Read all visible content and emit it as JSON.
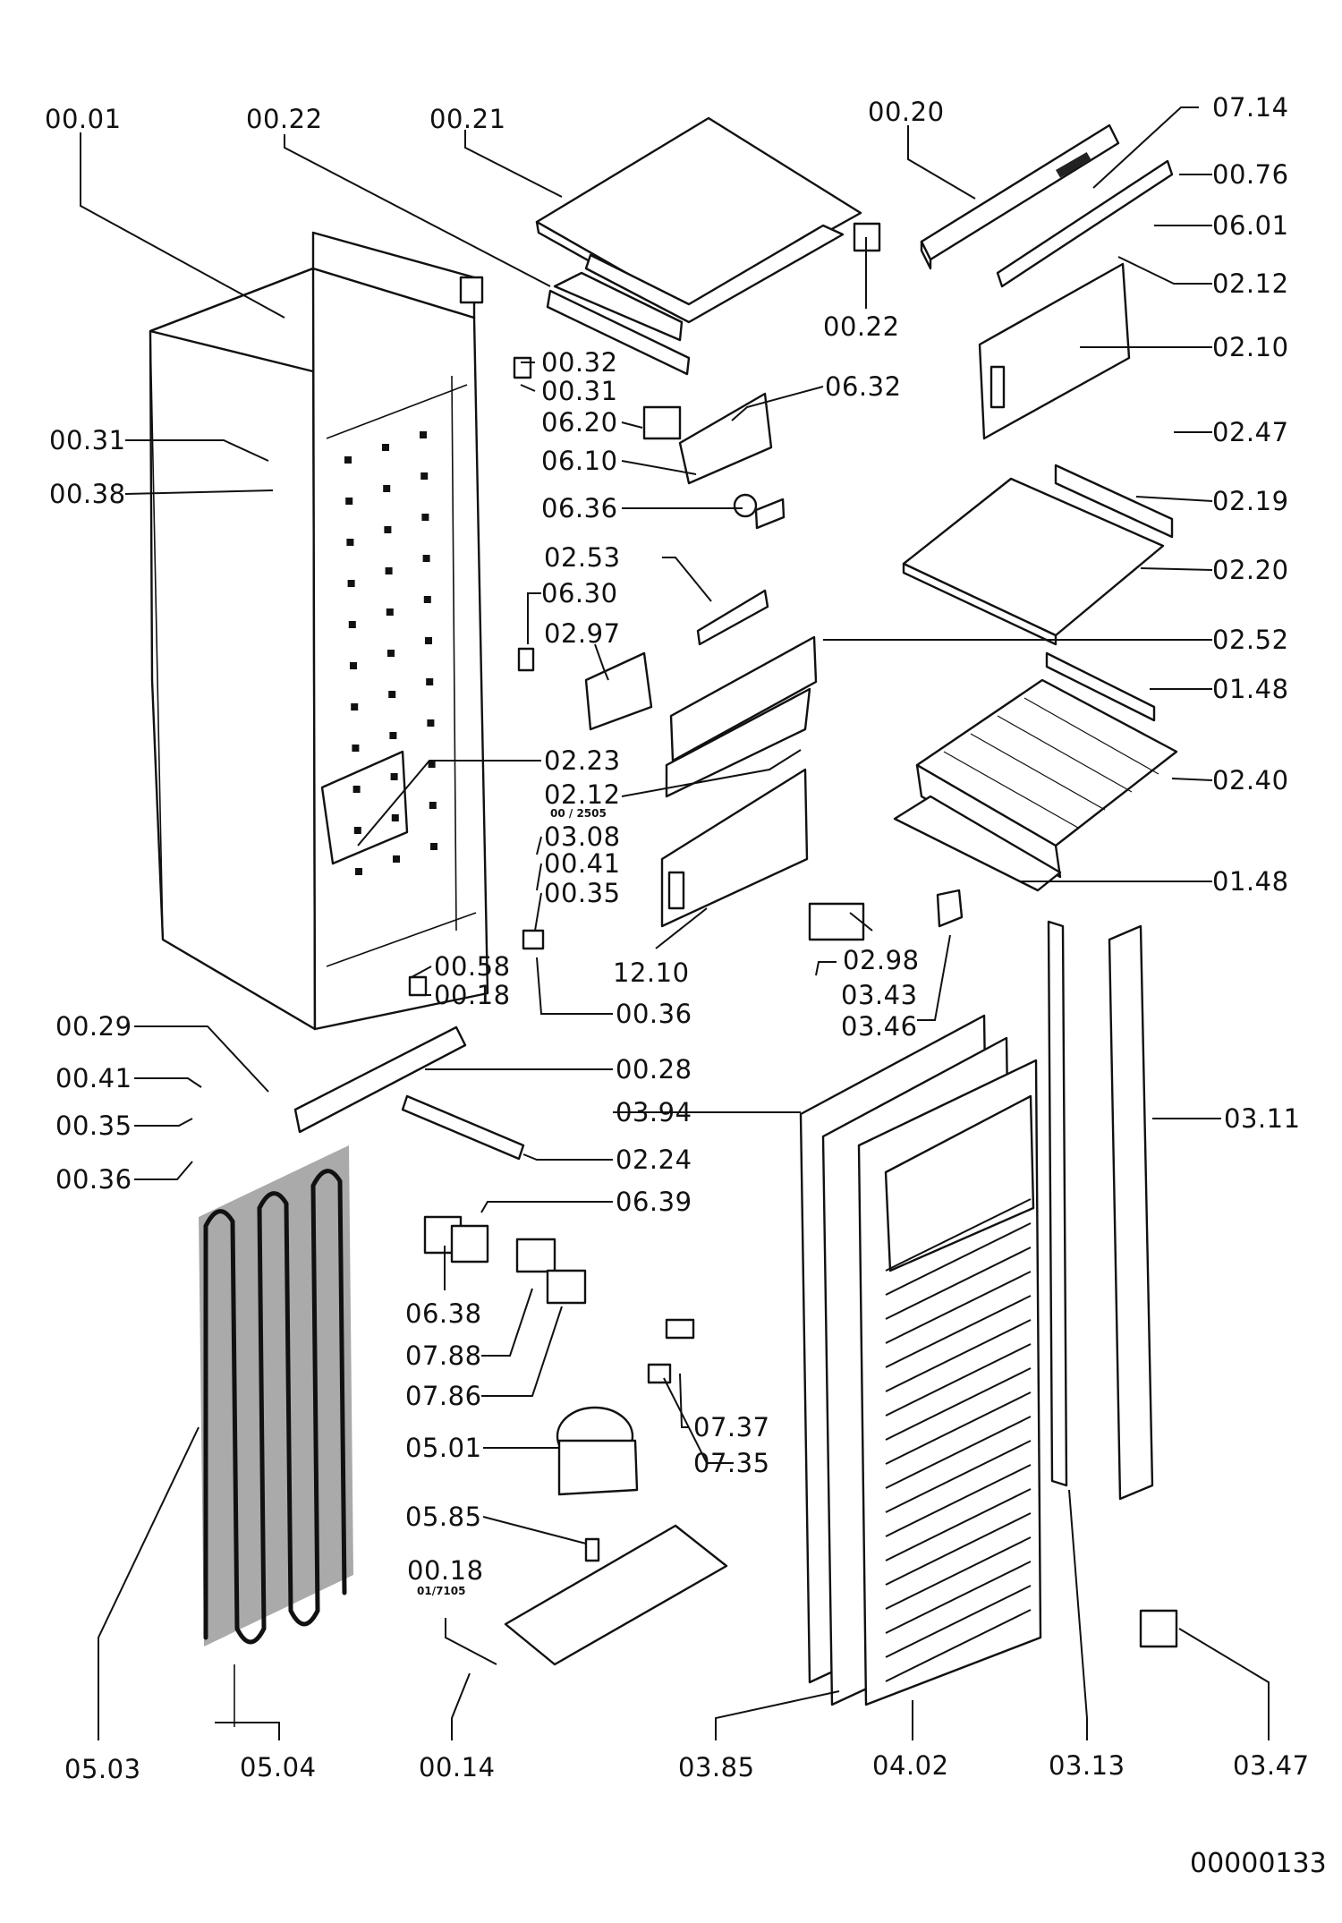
{
  "diagram": {
    "labels": {
      "p0001": "00.01",
      "p0022a": "00.22",
      "p0021": "00.21",
      "p0020": "00.20",
      "p0714": "07.14",
      "p0076": "00.76",
      "p0601": "06.01",
      "p0212a": "02.12",
      "p0022b": "00.22",
      "p0210": "02.10",
      "p0032": "00.32",
      "p0031a": "00.31",
      "p0632": "06.32",
      "p0620": "06.20",
      "p0610": "06.10",
      "p0031b": "00.31",
      "p0038": "00.38",
      "p0247": "02.47",
      "p0636": "06.36",
      "p0219": "02.19",
      "p0253": "02.53",
      "p0220": "02.20",
      "p0630": "06.30",
      "p0297": "02.97",
      "p0252": "02.52",
      "p0148a": "01.48",
      "p0223": "02.23",
      "p0212b": "02.12",
      "p0240": "02.40",
      "p0308": "03.08",
      "p0041a": "00.41",
      "p0035a": "00.35",
      "p0148b": "01.48",
      "p1210": "12.10",
      "p0298": "02.98",
      "p0058": "00.58",
      "p0018a": "00.18",
      "p0343": "03.43",
      "p0036a": "00.36",
      "p0346": "03.46",
      "p0029": "00.29",
      "p0028": "00.28",
      "p0041b": "00.41",
      "p0394": "03.94",
      "p0311": "03.11",
      "p0035b": "00.35",
      "p0224": "02.24",
      "p0036b": "00.36",
      "p0639": "06.39",
      "p0638": "06.38",
      "p0788": "07.88",
      "p0786": "07.86",
      "p0737": "07.37",
      "p0501": "05.01",
      "p0735": "07.35",
      "p0585": "05.85",
      "p0018b": "00.18",
      "p0503": "05.03",
      "p0504": "05.04",
      "p0014": "00.14",
      "p0385": "03.85",
      "p0402": "04.02",
      "p0313": "03.13",
      "p0347": "03.47"
    },
    "small_notes": {
      "n1": "00 / 2505",
      "n2": "01/7105"
    },
    "drawing_number": "00000133"
  }
}
